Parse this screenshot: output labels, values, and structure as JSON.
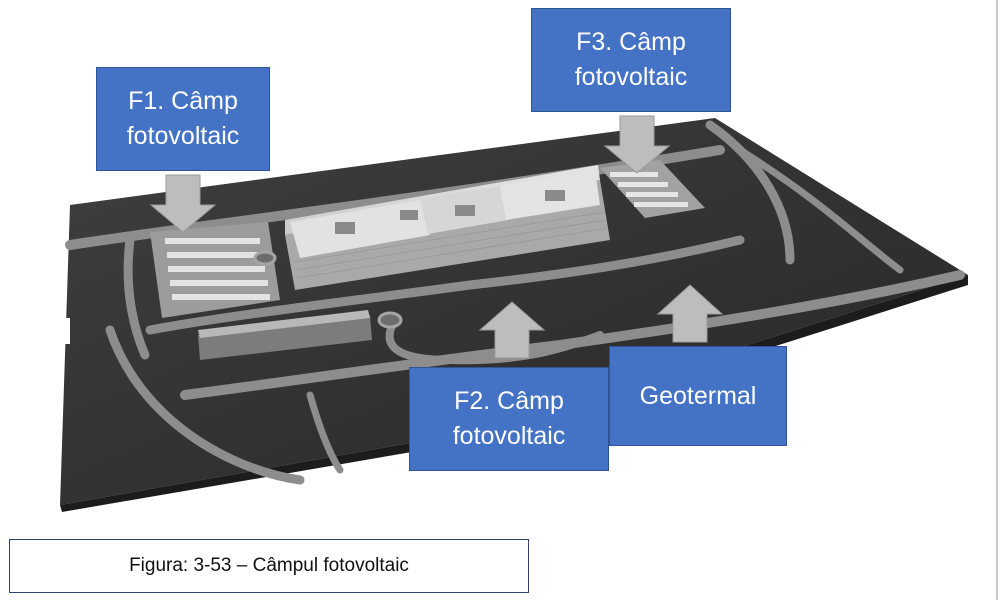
{
  "callouts": {
    "f1": {
      "line1": "F1. Câmp",
      "line2": "fotovoltaic"
    },
    "f2": {
      "line1": "F2. Câmp",
      "line2": "fotovoltaic"
    },
    "f3": {
      "line1": "F3. Câmp",
      "line2": "fotovoltaic"
    },
    "geotermal": {
      "label": "Geotermal"
    }
  },
  "caption": "Figura: 3-53 – Câmpul fotovoltaic",
  "colors": {
    "callout_fill": "#4472c4",
    "callout_border": "#2f5597",
    "arrow_fill": "#bdbdbd",
    "ground": "#3a3a3a",
    "road": "#8a8a8a"
  }
}
